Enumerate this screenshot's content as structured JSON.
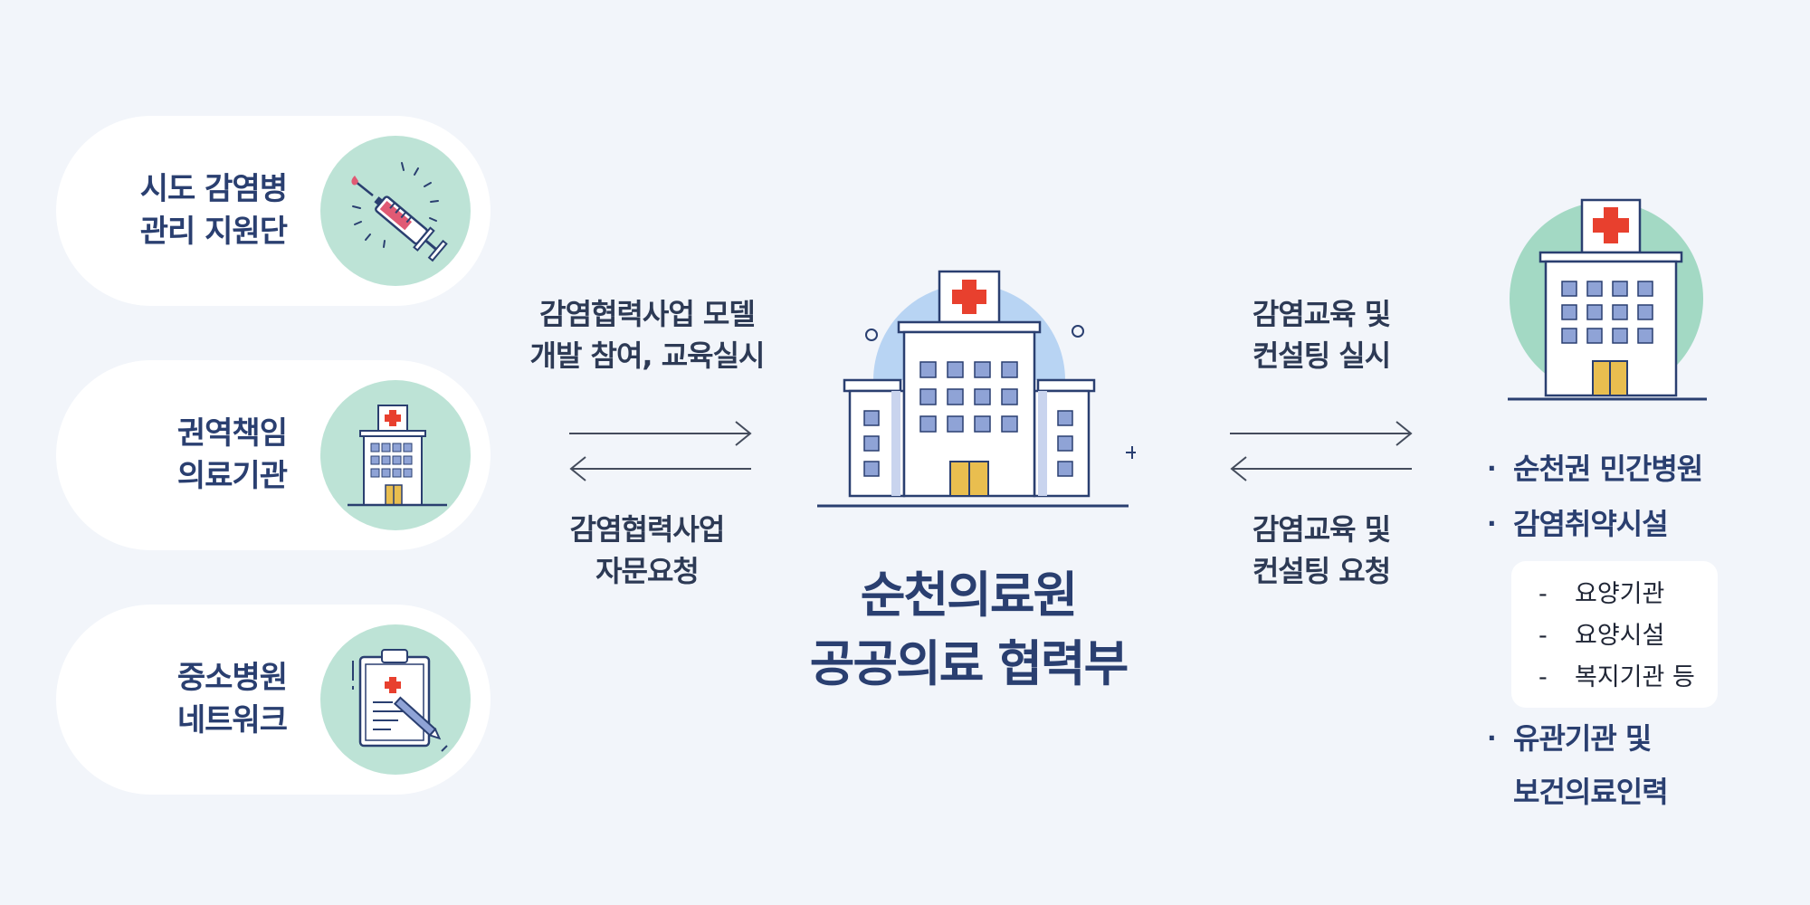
{
  "left_units": [
    {
      "line1": "시도 감염병",
      "line2": "관리 지원단",
      "icon": "syringe-icon"
    },
    {
      "line1": "권역책임",
      "line2": "의료기관",
      "icon": "hospital-icon"
    },
    {
      "line1": "중소병원",
      "line2": "네트워크",
      "icon": "clipboard-icon"
    }
  ],
  "left_flow": {
    "top": {
      "line1": "감염협력사업 모델",
      "line2": "개발 참여, 교육실시"
    },
    "bottom": {
      "line1": "감염협력사업",
      "line2": "자문요청"
    }
  },
  "right_flow": {
    "top": {
      "line1": "감염교육 및",
      "line2": "컨설팅 실시"
    },
    "bottom": {
      "line1": "감염교육 및",
      "line2": "컨설팅 요청"
    }
  },
  "center": {
    "line1": "순천의료원",
    "line2": "공공의료 협력부",
    "icon": "central-hospital-icon"
  },
  "right_list": {
    "bullet_mark": "·",
    "items": [
      "순천권 민간병원",
      "감염취약시설"
    ],
    "sub_dash": "-",
    "sub_items": [
      "요양기관",
      "요양시설",
      "복지기관 등"
    ],
    "last_line1": "유관기관 및",
    "last_line2": "보건의료인력"
  },
  "colors": {
    "navy": "#2a3f70",
    "mint": "#bde3d6",
    "light_blue": "#b8d4f3",
    "red_cross": "#e8402e",
    "door_yellow": "#e9be4f",
    "window_blue": "#8fa3d6",
    "background": "#f2f5fa"
  }
}
